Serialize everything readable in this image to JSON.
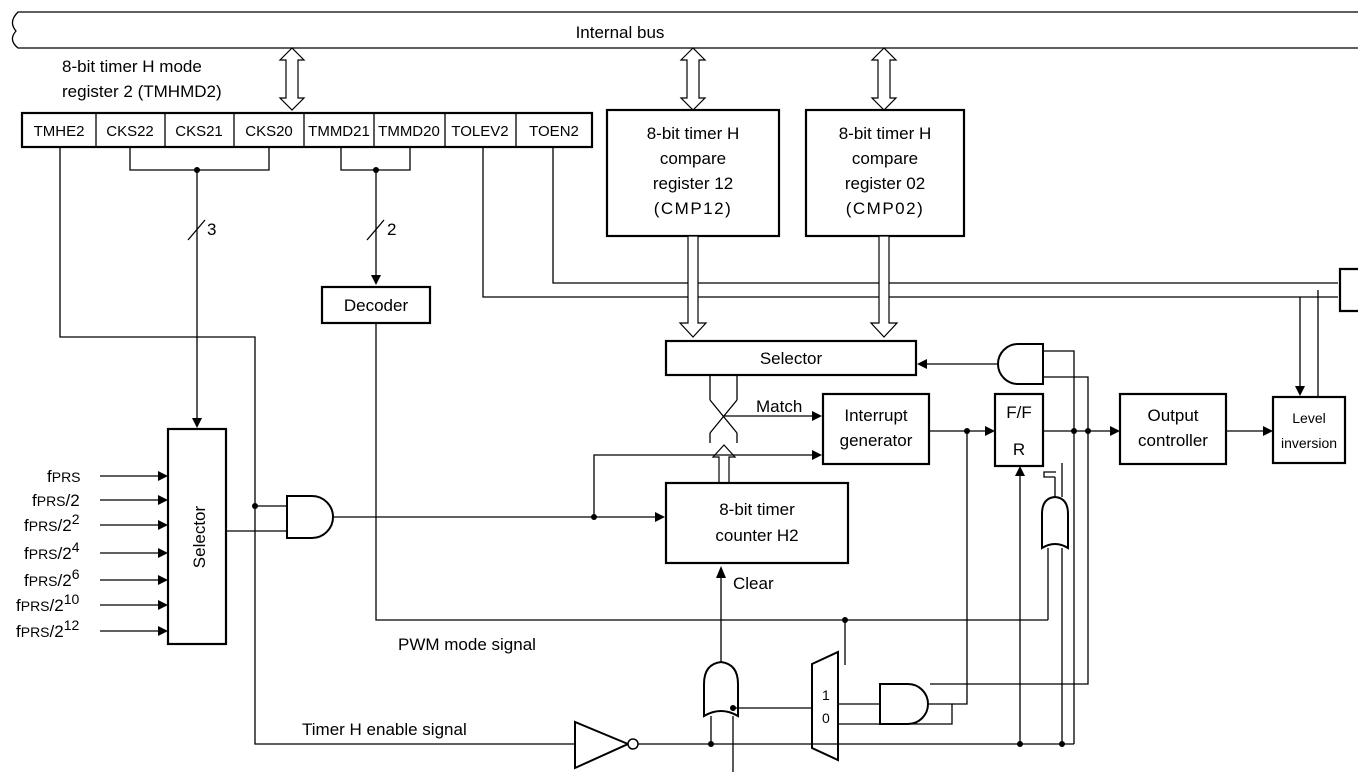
{
  "bus": {
    "label": "Internal bus"
  },
  "mode_register": {
    "title_line1": "8-bit timer H mode",
    "title_line2": "register 2 (TMHMD2)",
    "bits": [
      "TMHE2",
      "CKS22",
      "CKS21",
      "CKS20",
      "TMMD21",
      "TMMD20",
      "TOLEV2",
      "TOEN2"
    ]
  },
  "compare_registers": [
    {
      "lines": [
        "8-bit timer H",
        "compare",
        "register 12",
        "(CMP12)"
      ]
    },
    {
      "lines": [
        "8-bit timer H",
        "compare",
        "register 02",
        "(CMP02)"
      ]
    }
  ],
  "bus_widths": {
    "cks": "3",
    "tmmd": "2"
  },
  "blocks": {
    "decoder": "Decoder",
    "selector_top": "Selector",
    "selector_left": "Selector",
    "interrupt_line1": "Interrupt",
    "interrupt_line2": "generator",
    "ff_top": "F/F",
    "ff_bottom": "R",
    "output_line1": "Output",
    "output_line2": "controller",
    "level_line1": "Level",
    "level_line2": "inversion",
    "counter_line1": "8-bit timer",
    "counter_line2": "counter H2"
  },
  "signals": {
    "match": "Match",
    "clear": "Clear",
    "pwm": "PWM mode signal",
    "enable": "Timer H enable signal",
    "mux_in1": "1",
    "mux_in0": "0"
  },
  "clock_inputs": [
    {
      "base": "f",
      "sub": "PRS",
      "tail": "",
      "exp": ""
    },
    {
      "base": "f",
      "sub": "PRS",
      "tail": "/2",
      "exp": ""
    },
    {
      "base": "f",
      "sub": "PRS",
      "tail": "/2",
      "exp": "2"
    },
    {
      "base": "f",
      "sub": "PRS",
      "tail": "/2",
      "exp": "4"
    },
    {
      "base": "f",
      "sub": "PRS",
      "tail": "/2",
      "exp": "6"
    },
    {
      "base": "f",
      "sub": "PRS",
      "tail": "/2",
      "exp": "10"
    },
    {
      "base": "f",
      "sub": "PRS",
      "tail": "/2",
      "exp": "12"
    }
  ]
}
